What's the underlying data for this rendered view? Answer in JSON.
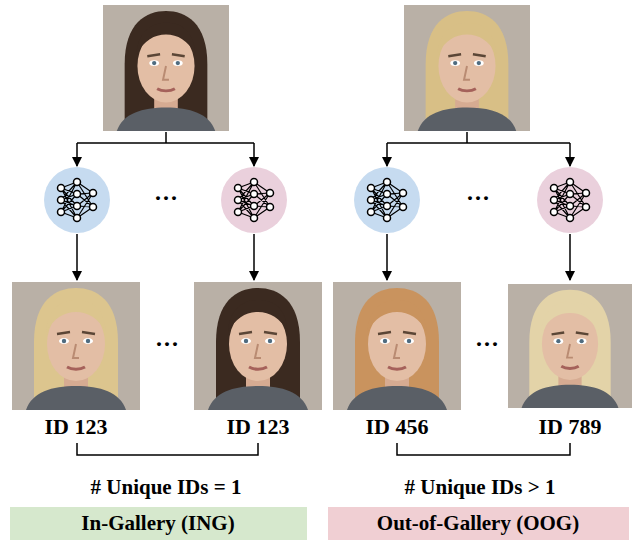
{
  "diagram": {
    "nodes": [
      {
        "text": [
          "ID 123"
        ]
      },
      {
        "text": [
          "ID 123"
        ]
      },
      {
        "text": [
          "ID 456"
        ]
      },
      {
        "text": [
          "ID 789"
        ]
      },
      {
        "text": [
          "In-Gallery (ING)"
        ]
      },
      {
        "text": [
          "Out-of-Gallery (OOG)"
        ]
      }
    ],
    "labels": [
      "···",
      "···",
      "···",
      "···",
      "# Unique IDs = 1",
      "# Unique IDs > 1"
    ]
  }
}
